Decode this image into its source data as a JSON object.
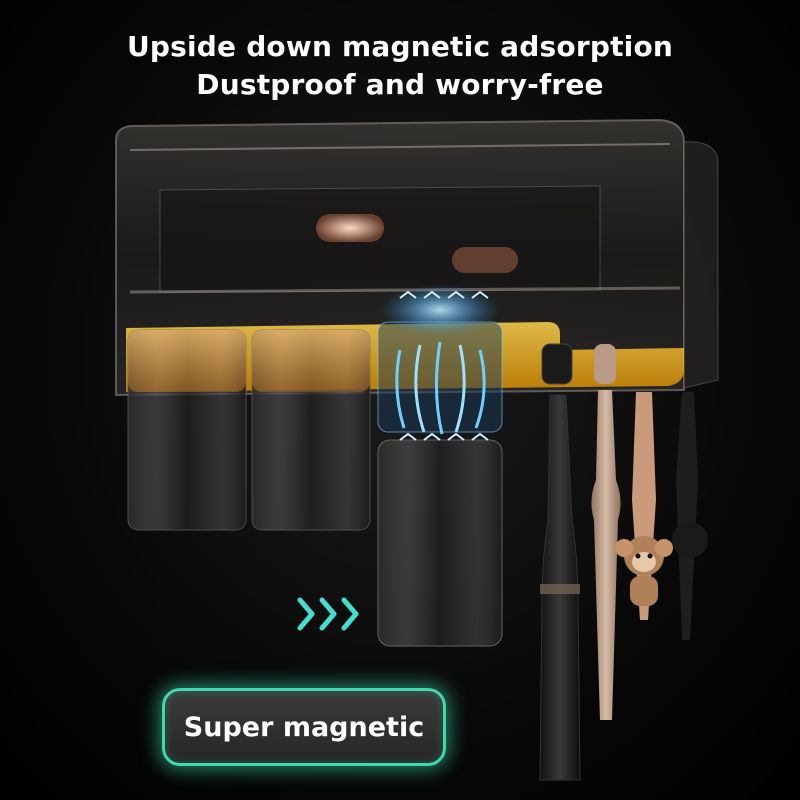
{
  "headline": {
    "line1": "Upside down magnetic adsorption",
    "line2": "Dustproof and worry-free"
  },
  "badge": {
    "label": "Super magnetic"
  },
  "colors": {
    "background": "#000000",
    "headline_text": "#ffffff",
    "badge_glow": "#3fd9b0",
    "accent_yellow": "#f0b400",
    "magnet_blue": "#5fc8ff"
  },
  "icons": {
    "arrows": "chevron-right-triple-icon",
    "magnet_field": "magnetic-field-icon"
  }
}
